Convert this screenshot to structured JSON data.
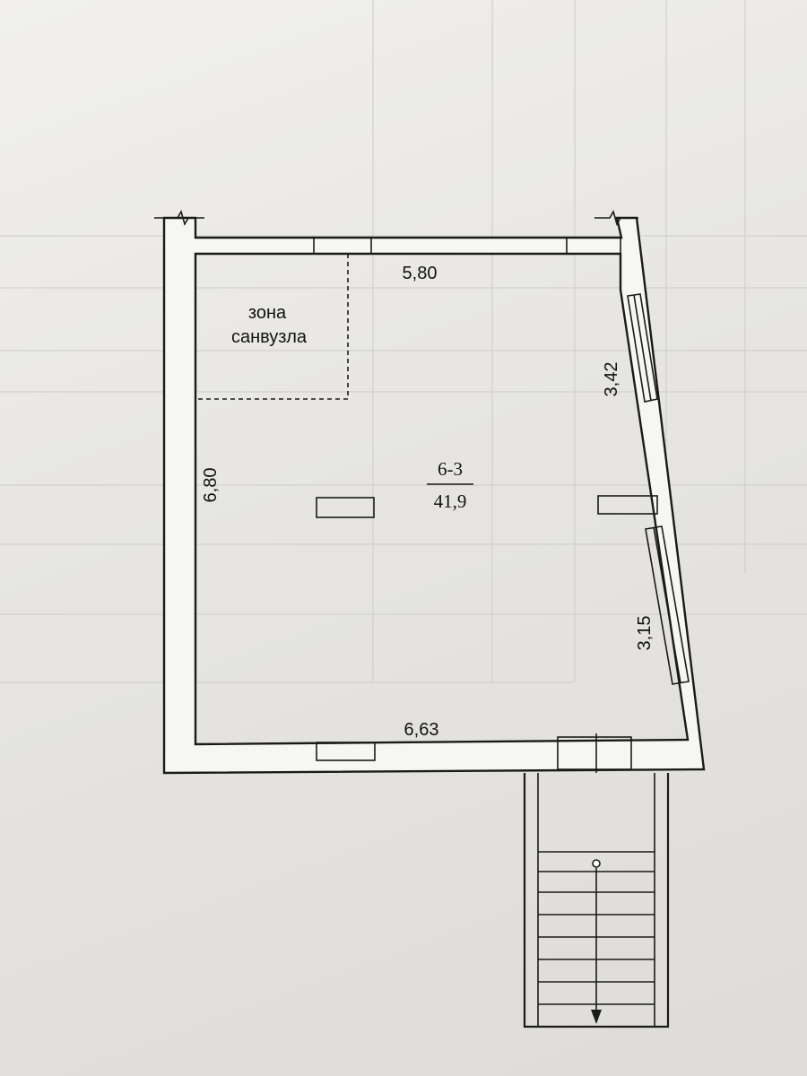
{
  "plan": {
    "room_number": "6-3",
    "room_area": "41,9",
    "zone_label_line1": "зона",
    "zone_label_line2": "санвузла",
    "dimensions": {
      "top": "5,80",
      "left": "6,80",
      "bottom": "6,63",
      "right_upper": "3,42",
      "right_lower": "3,15"
    }
  }
}
